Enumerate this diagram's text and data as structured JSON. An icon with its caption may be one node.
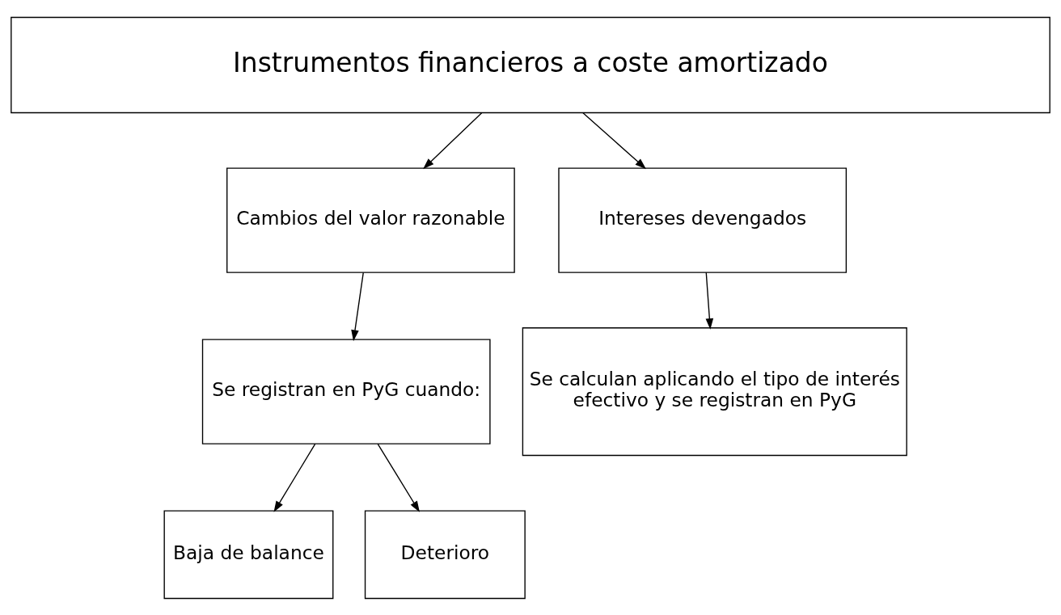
{
  "diagram": {
    "nodes": [
      {
        "text": [
          "Instrumentos financieros a coste amortizado"
        ]
      },
      {
        "text": [
          "Cambios del valor razonable"
        ]
      },
      {
        "text": [
          "Intereses devengados"
        ]
      },
      {
        "text": [
          "Se registran en PyG cuando:"
        ]
      },
      {
        "text": [
          "Se calculan aplicando el tipo de interés efectivo y se registran en PyG"
        ]
      },
      {
        "text": [
          "Baja de balance"
        ]
      },
      {
        "text": [
          "Deterioro"
        ]
      }
    ],
    "edges": [
      {
        "from": 0,
        "to": 1,
        "arrow": "to"
      },
      {
        "from": 0,
        "to": 2,
        "arrow": "to"
      },
      {
        "from": 1,
        "to": 3,
        "arrow": "to"
      },
      {
        "from": 2,
        "to": 4,
        "arrow": "to"
      },
      {
        "from": 3,
        "to": 5,
        "arrow": "to"
      },
      {
        "from": 3,
        "to": 6,
        "arrow": "to"
      }
    ]
  }
}
